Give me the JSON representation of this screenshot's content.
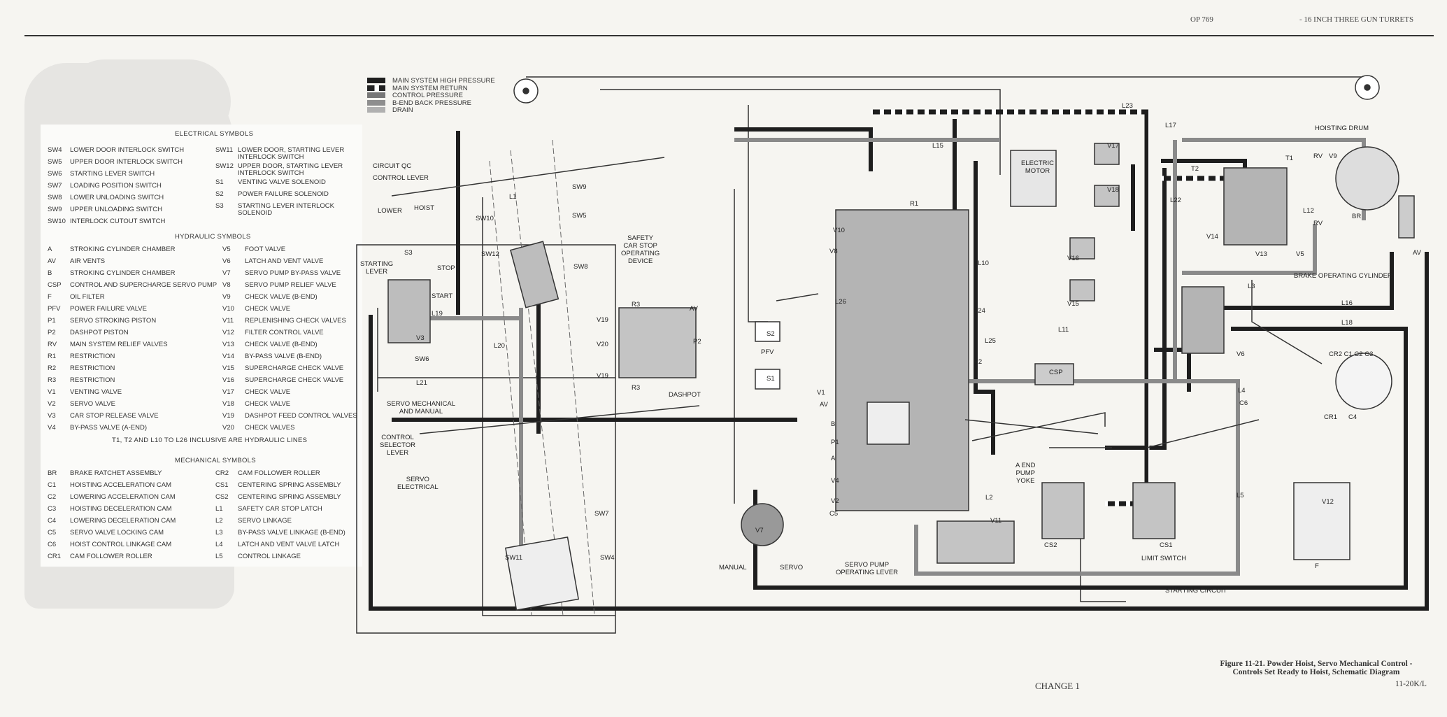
{
  "header": {
    "doc_number": "OP 769",
    "title": "- 16 INCH THREE GUN TURRETS"
  },
  "legend": {
    "electrical": {
      "title": "ELECTRICAL SYMBOLS",
      "left": [
        {
          "code": "SW4",
          "desc": "LOWER DOOR INTERLOCK SWITCH"
        },
        {
          "code": "SW5",
          "desc": "UPPER DOOR INTERLOCK SWITCH"
        },
        {
          "code": "SW6",
          "desc": "STARTING LEVER SWITCH"
        },
        {
          "code": "SW7",
          "desc": "LOADING POSITION SWITCH"
        },
        {
          "code": "SW8",
          "desc": "LOWER UNLOADING SWITCH"
        },
        {
          "code": "SW9",
          "desc": "UPPER UNLOADING SWITCH"
        },
        {
          "code": "SW10",
          "desc": "INTERLOCK CUTOUT SWITCH"
        }
      ],
      "right": [
        {
          "code": "SW11",
          "desc": "LOWER DOOR, STARTING LEVER INTERLOCK SWITCH"
        },
        {
          "code": "SW12",
          "desc": "UPPER DOOR, STARTING LEVER INTERLOCK SWITCH"
        },
        {
          "code": "S1",
          "desc": "VENTING VALVE SOLENOID"
        },
        {
          "code": "S2",
          "desc": "POWER FAILURE SOLENOID"
        },
        {
          "code": "S3",
          "desc": "STARTING LEVER INTERLOCK SOLENOID"
        }
      ]
    },
    "hydraulic": {
      "title": "HYDRAULIC SYMBOLS",
      "left": [
        {
          "code": "A",
          "desc": "STROKING CYLINDER CHAMBER"
        },
        {
          "code": "AV",
          "desc": "AIR VENTS"
        },
        {
          "code": "B",
          "desc": "STROKING CYLINDER CHAMBER"
        },
        {
          "code": "CSP",
          "desc": "CONTROL AND SUPERCHARGE SERVO PUMP"
        },
        {
          "code": "F",
          "desc": "OIL FILTER"
        },
        {
          "code": "PFV",
          "desc": "POWER FAILURE VALVE"
        },
        {
          "code": "P1",
          "desc": "SERVO STROKING PISTON"
        },
        {
          "code": "P2",
          "desc": "DASHPOT PISTON"
        },
        {
          "code": "RV",
          "desc": "MAIN SYSTEM RELIEF VALVES"
        },
        {
          "code": "R1",
          "desc": "RESTRICTION"
        },
        {
          "code": "R2",
          "desc": "RESTRICTION"
        },
        {
          "code": "R3",
          "desc": "RESTRICTION"
        },
        {
          "code": "V1",
          "desc": "VENTING VALVE"
        },
        {
          "code": "V2",
          "desc": "SERVO VALVE"
        },
        {
          "code": "V3",
          "desc": "CAR STOP RELEASE VALVE"
        },
        {
          "code": "V4",
          "desc": "BY-PASS VALVE (A-END)"
        }
      ],
      "right": [
        {
          "code": "V5",
          "desc": "FOOT VALVE"
        },
        {
          "code": "V6",
          "desc": "LATCH AND VENT VALVE"
        },
        {
          "code": "V7",
          "desc": "SERVO PUMP BY-PASS VALVE"
        },
        {
          "code": "V8",
          "desc": "SERVO PUMP RELIEF VALVE"
        },
        {
          "code": "V9",
          "desc": "CHECK VALVE (B-END)"
        },
        {
          "code": "V10",
          "desc": "CHECK VALVE"
        },
        {
          "code": "V11",
          "desc": "REPLENISHING CHECK VALVES"
        },
        {
          "code": "V12",
          "desc": "FILTER CONTROL VALVE"
        },
        {
          "code": "V13",
          "desc": "CHECK VALVE (B-END)"
        },
        {
          "code": "V14",
          "desc": "BY-PASS VALVE (B-END)"
        },
        {
          "code": "V15",
          "desc": "SUPERCHARGE CHECK VALVE"
        },
        {
          "code": "V16",
          "desc": "SUPERCHARGE CHECK VALVE"
        },
        {
          "code": "V17",
          "desc": "CHECK VALVE"
        },
        {
          "code": "V18",
          "desc": "CHECK VALVE"
        },
        {
          "code": "V19",
          "desc": "DASHPOT FEED CONTROL VALVES"
        },
        {
          "code": "V20",
          "desc": "CHECK VALVES"
        }
      ],
      "note": "T1, T2 AND L10 TO L26 INCLUSIVE ARE HYDRAULIC LINES"
    },
    "mechanical": {
      "title": "MECHANICAL SYMBOLS",
      "left": [
        {
          "code": "BR",
          "desc": "BRAKE RATCHET ASSEMBLY"
        },
        {
          "code": "C1",
          "desc": "HOISTING ACCELERATION CAM"
        },
        {
          "code": "C2",
          "desc": "LOWERING ACCELERATION CAM"
        },
        {
          "code": "C3",
          "desc": "HOISTING DECELERATION CAM"
        },
        {
          "code": "C4",
          "desc": "LOWERING DECELERATION CAM"
        },
        {
          "code": "C5",
          "desc": "SERVO VALVE LOCKING CAM"
        },
        {
          "code": "C6",
          "desc": "HOIST CONTROL LINKAGE CAM"
        },
        {
          "code": "CR1",
          "desc": "CAM FOLLOWER ROLLER"
        }
      ],
      "right": [
        {
          "code": "CR2",
          "desc": "CAM FOLLOWER ROLLER"
        },
        {
          "code": "CS1",
          "desc": "CENTERING SPRING ASSEMBLY"
        },
        {
          "code": "CS2",
          "desc": "CENTERING SPRING ASSEMBLY"
        },
        {
          "code": "L1",
          "desc": "SAFETY CAR STOP LATCH"
        },
        {
          "code": "L2",
          "desc": "SERVO LINKAGE"
        },
        {
          "code": "L3",
          "desc": "BY-PASS VALVE LINKAGE (B-END)"
        },
        {
          "code": "L4",
          "desc": "LATCH AND VENT VALVE LATCH"
        },
        {
          "code": "L5",
          "desc": "CONTROL LINKAGE"
        }
      ]
    }
  },
  "pressure_legend": [
    {
      "label": "MAIN SYSTEM HIGH PRESSURE",
      "color": "#1e1e1e"
    },
    {
      "label": "MAIN SYSTEM RETURN",
      "color": "#2a2a2a"
    },
    {
      "label": "CONTROL PRESSURE",
      "color": "#777777"
    },
    {
      "label": "B-END BACK PRESSURE",
      "color": "#8e8e8e"
    },
    {
      "label": "DRAIN",
      "color": "#b0b0b0"
    }
  ],
  "diagram": {
    "labels": [
      "CIRCUIT QC",
      "CONTROL LEVER",
      "HOIST",
      "LOWER",
      "SW10",
      "L1",
      "SW9",
      "SW5",
      "SW12",
      "SW8",
      "S3",
      "STARTING\nLEVER",
      "STOP",
      "START",
      "SAFETY\nCAR STOP\nOPERATING\nDEVICE",
      "L19",
      "V3",
      "SW6",
      "L20",
      "R3",
      "V19",
      "V20",
      "V19",
      "AV",
      "P2",
      "R3",
      "DASHPOT",
      "L21",
      "SERVO MECHANICAL\nAND MANUAL",
      "CONTROL\nSELECTOR\nLEVER",
      "SERVO\nELECTRICAL",
      "SW7",
      "SW11",
      "SW4",
      "MANUAL",
      "SERVO",
      "V7",
      "SERVO PUMP\nOPERATING LEVER",
      "S2",
      "PFV",
      "S1",
      "V1",
      "AV",
      "B",
      "P1",
      "A",
      "V4",
      "V2",
      "C5",
      "V10",
      "V8",
      "R1",
      "L15",
      "L26",
      "L24",
      "L25",
      "R2",
      "ELECTRIC\nMOTOR",
      "L10",
      "CSP",
      "L11",
      "L2",
      "A END\nPUMP\nYOKE",
      "V11",
      "CS2",
      "LIMIT SWITCH",
      "CS1",
      "STARTING CIRCUIT",
      "L23",
      "L17",
      "V17",
      "V18",
      "V16",
      "V15",
      "L22",
      "T2",
      "T1",
      "RV",
      "V9",
      "HOISTING DRUM",
      "V14",
      "V13",
      "V5",
      "L12",
      "RV",
      "BR",
      "AV",
      "BRAKE OPERATING CYLINDER",
      "L3",
      "L16",
      "L18",
      "V6",
      "CR2 C1  C2  C3",
      "CR1",
      "C4",
      "L4",
      "C6",
      "L5",
      "V12",
      "F"
    ]
  },
  "caption": {
    "figure": "Figure 11-21.  Powder Hoist, Servo Mechanical Control -\nControls Set Ready to Hoist, Schematic Diagram",
    "page_code": "11-20K/L",
    "change": "CHANGE 1"
  }
}
